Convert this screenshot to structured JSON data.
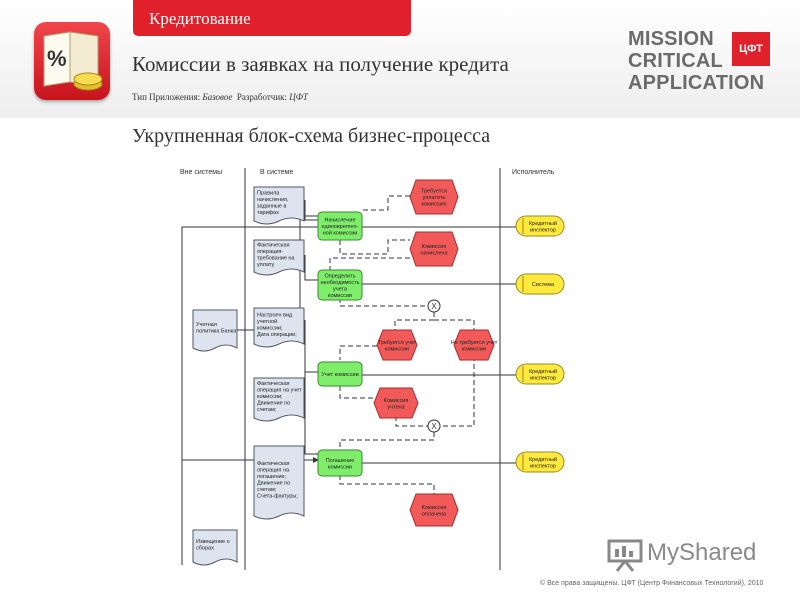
{
  "header": {
    "section": "Кредитование",
    "title": "Комиссии в заявках на получение кредита",
    "type_label": "Тип Приложения:",
    "type_value": "Базовое",
    "dev_label": "Разработчик:",
    "dev_value": "ЦФТ"
  },
  "brand": {
    "line1": "MISSION",
    "line2": "CRITICAL",
    "line3": "APPLICATION",
    "logo": "ЦФТ"
  },
  "subtitle": "Укрупненная блок-схема бизнес-процесса",
  "diagram": {
    "lanes": [
      "Вне системы",
      "В системе",
      "Исполнитель"
    ],
    "functions": [
      [
        "Начисление",
        "единоврemen-",
        "ной комиссии"
      ],
      [
        "Определить",
        "необходимость",
        "учета",
        "комиссии"
      ],
      [
        "Учет комиссии"
      ],
      [
        "Погашение",
        "комиссии"
      ]
    ],
    "events": [
      [
        "Требуется",
        "уплатить",
        "комиссию"
      ],
      [
        "Комиссия",
        "начислена"
      ],
      [
        "Требуется учет",
        "комиссии"
      ],
      [
        "Не требуется учет",
        "комиссии"
      ],
      [
        "Комиссия",
        "учтена"
      ],
      [
        "Комиссия",
        "оплачена"
      ]
    ],
    "actors": [
      [
        "Кредитный",
        "инспектор"
      ],
      [
        "Система"
      ],
      [
        "Кредитный",
        "инспектор"
      ],
      [
        "Кредитный",
        "инспектор"
      ]
    ],
    "documents": [
      [
        "Правила",
        "начисления,",
        "заданные в",
        "тарифах"
      ],
      [
        "Фактическая",
        "операция-",
        "требование на",
        "уплату"
      ],
      [
        "Учетная",
        "политика Банка"
      ],
      [
        "Настроен вид",
        "учетной",
        "комиссии;",
        "Дата операции;"
      ],
      [
        "Фактическая",
        "операция на учет",
        "комиссии;",
        "Движение по",
        "счетам;"
      ],
      [
        "Фактическая",
        "операция на",
        "погашение;",
        "Движение по",
        "счетам;",
        "Счета-фактуры;"
      ],
      [
        "Извещение о",
        "сборах"
      ]
    ],
    "operator": "X"
  },
  "footer": "© Все права защищены. ЦФТ (Центр Финансовых Технологий), 2010",
  "watermark": "MyShared",
  "icons": [
    "percent-book-icon",
    "coin-icon",
    "presentation-icon"
  ],
  "colors": {
    "accent": "#e0202a",
    "function": "#7ded6a",
    "event": "#f25a5a",
    "actor": "#ffe93d",
    "document": "#dde4ef"
  }
}
